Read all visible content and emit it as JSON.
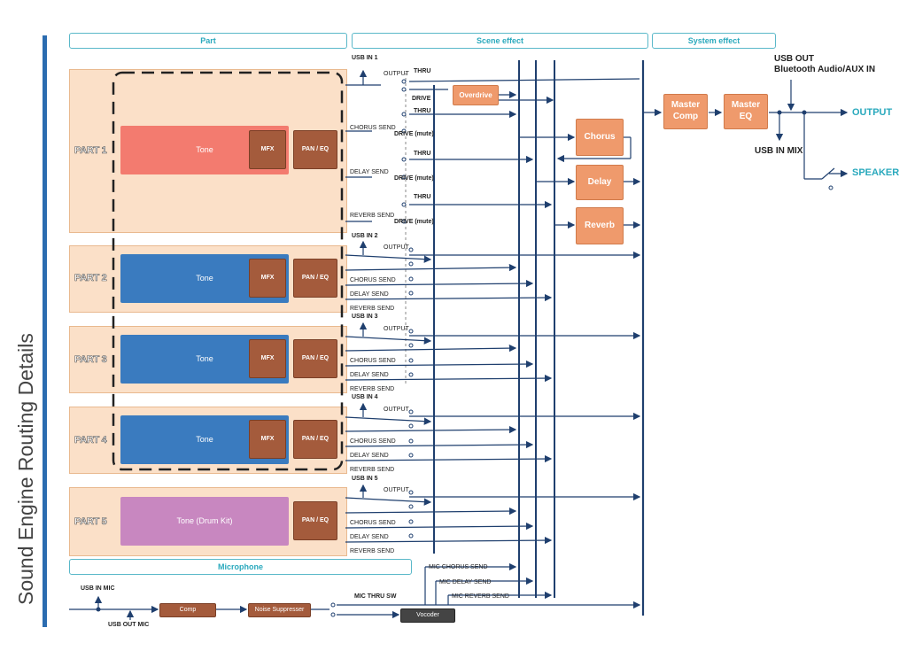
{
  "side_title": "Sound Engine Routing Details",
  "headers": {
    "part": "Part",
    "scene_effect": "Scene effect",
    "system_effect": "System effect",
    "microphone": "Microphone"
  },
  "parts": [
    {
      "label": "PART 1",
      "tone": "Tone",
      "mfx": "MFX",
      "paneq": "PAN / EQ",
      "color": "#f37b6f"
    },
    {
      "label": "PART 2",
      "tone": "Tone",
      "mfx": "MFX",
      "paneq": "PAN / EQ",
      "color": "#3a7bbf"
    },
    {
      "label": "PART 3",
      "tone": "Tone",
      "mfx": "MFX",
      "paneq": "PAN / EQ",
      "color": "#3a7bbf"
    },
    {
      "label": "PART 4",
      "tone": "Tone",
      "mfx": "MFX",
      "paneq": "PAN / EQ",
      "color": "#3a7bbf"
    },
    {
      "label": "PART 5",
      "tone": "Tone (Drum Kit)",
      "paneq": "PAN / EQ",
      "color": "#c887c0"
    }
  ],
  "usb_in": [
    "USB IN 1",
    "USB IN 2",
    "USB IN 3",
    "USB IN 4",
    "USB IN 5"
  ],
  "sends": {
    "output": "OUTPUT",
    "chorus": "CHORUS SEND",
    "delay": "DELAY SEND",
    "reverb": "REVERB SEND"
  },
  "switch": {
    "thru": "THRU",
    "drive": "DRIVE",
    "drive_mute": "DRIVE (mute)"
  },
  "effects": {
    "overdrive": "Overdrive",
    "chorus": "Chorus",
    "delay": "Delay",
    "reverb": "Reverb",
    "master_comp": "Master Comp",
    "master_eq": "Master EQ"
  },
  "io": {
    "usb_out": "USB OUT",
    "bt_aux": "Bluetooth Audio/AUX IN",
    "output": "OUTPUT",
    "usb_in_mix": "USB IN MIX",
    "speaker": "SPEAKER"
  },
  "mic": {
    "usb_in_mic": "USB IN MIC",
    "usb_out_mic": "USB OUT MIC",
    "comp": "Comp",
    "noise_suppressor": "Noise Suppresser",
    "thru_sw": "MIC THRU SW",
    "vocoder": "Vocoder",
    "chorus_send": "MIC CHORUS SEND",
    "delay_send": "MIC DELAY SEND",
    "reverb_send": "MIC REVERB SEND"
  },
  "colors": {
    "accent": "#2aa9bd",
    "bus": "#1f3f6e",
    "fx": "#ef9a6c",
    "part_bg": "#fbe0c8"
  }
}
